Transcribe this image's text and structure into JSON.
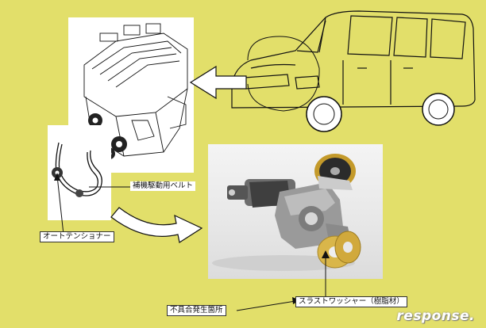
{
  "labels": {
    "belt": "補機駆動用ベルト",
    "auto_tensioner": "オートテンショナー",
    "defect_location": "不具合発生箇所",
    "thrust_washer": "スラストワッシャー（樹脂材）"
  },
  "watermark": "response."
}
